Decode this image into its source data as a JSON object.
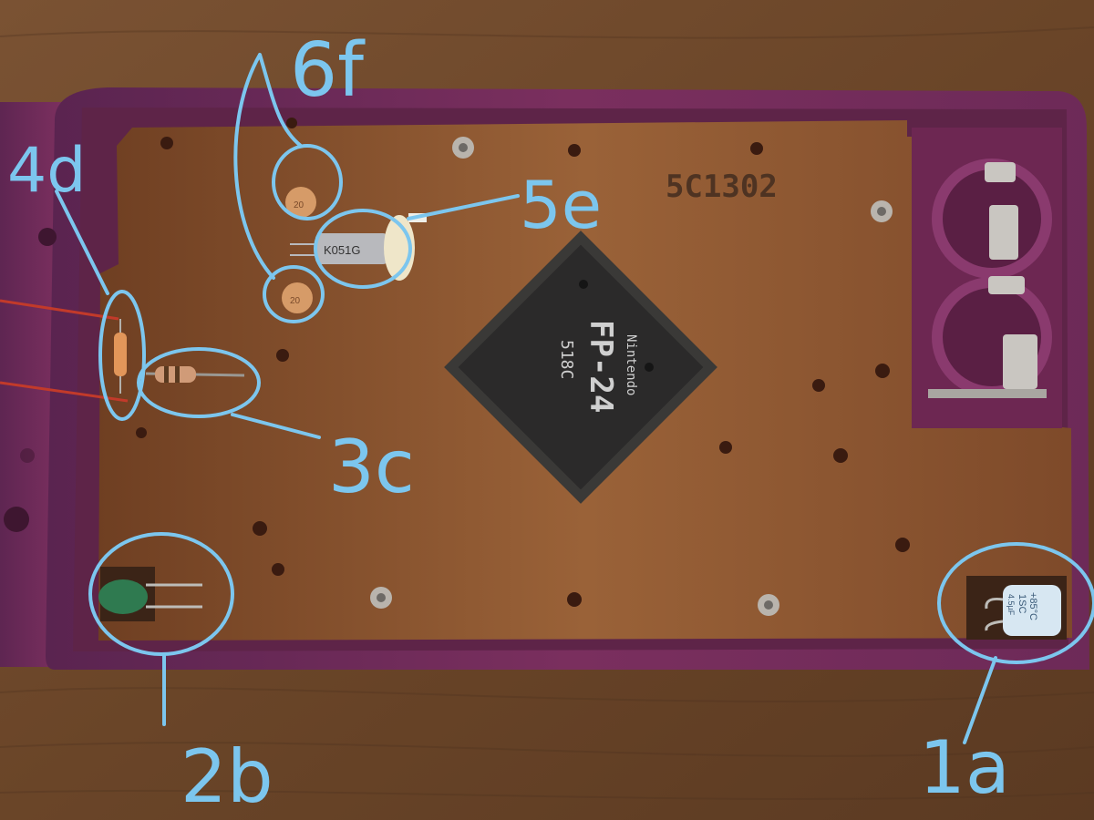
{
  "board": {
    "stamp": "5C1302",
    "chip": {
      "line1": "Nintendo",
      "line2": "FP-24",
      "line3": "518C"
    },
    "cap_left_code": "K051G",
    "electrolytic": {
      "line1": "+85°C",
      "line2": "1SC",
      "line3": "4.5µF"
    },
    "ceramic_marks": [
      "20",
      "20"
    ]
  },
  "annotations": [
    {
      "id": "1a",
      "label": "1a"
    },
    {
      "id": "2b",
      "label": "2b"
    },
    {
      "id": "3c",
      "label": "3c"
    },
    {
      "id": "4d",
      "label": "4d"
    },
    {
      "id": "5e",
      "label": "5e"
    },
    {
      "id": "6f",
      "label": "6f"
    }
  ],
  "colors": {
    "annotation": "#7cc6ee",
    "case": "#7a2f5e",
    "pcb": "#8a5531",
    "chip": "#2b2a2a",
    "table": "#6e4a2a"
  }
}
